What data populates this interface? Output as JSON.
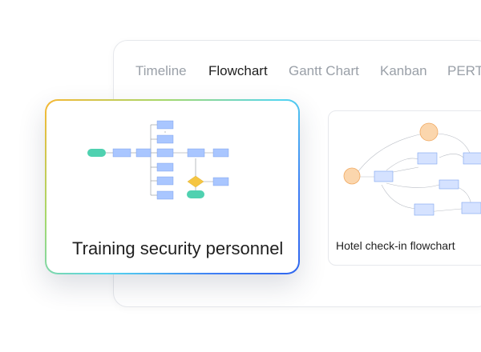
{
  "tabs": [
    {
      "label": "Timeline",
      "active": false
    },
    {
      "label": "Flowchart",
      "active": true
    },
    {
      "label": "Gantt Chart",
      "active": false
    },
    {
      "label": "Kanban",
      "active": false
    },
    {
      "label": "PERT",
      "active": false
    }
  ],
  "templates": [
    {
      "caption": "Training security personnel",
      "selected": true
    },
    {
      "caption": "Hotel check-in flowchart",
      "selected": false
    }
  ],
  "colors": {
    "node_blue": "#a9c6ff",
    "node_green": "#4fd1b0",
    "node_diamond": "#f5c542",
    "node_orange": "#f8c48a",
    "tab_active": "#1f1f1f",
    "tab_inactive": "#9aa0a8"
  }
}
